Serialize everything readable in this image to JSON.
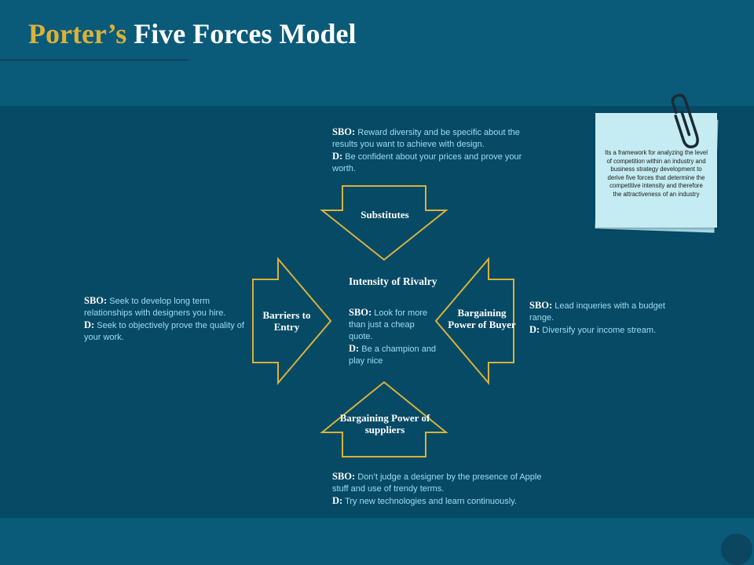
{
  "title": {
    "accent": "Porter’s",
    "main": "Five Forces Model"
  },
  "note": {
    "text": "Its a framework for analyzing the level of competition within an industry and business strategy development to derive five forces that determine the competitive intensity and therefore the attractiveness of an industry"
  },
  "forces": {
    "substitutes": {
      "label": "Substitutes"
    },
    "barriers": {
      "label": "Barriers to Entry"
    },
    "buyer": {
      "label": "Bargaining Power of Buyer"
    },
    "suppliers": {
      "label": "Bargaining Power of suppliers"
    },
    "rivalry": {
      "label": "Intensity of Rivalry"
    }
  },
  "blocks": {
    "top": {
      "sbo_label": "SBO:",
      "sbo": "Reward diversity and be specific about the results you want to achieve with design.",
      "d_label": "D:",
      "d": "Be confident about your prices and prove your worth."
    },
    "left": {
      "sbo_label": "SBO:",
      "sbo": "Seek to develop long term relationships with designers you hire.",
      "d_label": "D:",
      "d": "Seek to objectively prove the quality of your work."
    },
    "right": {
      "sbo_label": "SBO:",
      "sbo": "Lead inqueries with a budget range.",
      "d_label": "D:",
      "d": "Diversify your income stream."
    },
    "bottom": {
      "sbo_label": "SBO:",
      "sbo": "Don’t judge a designer by the presence of Apple stuff and use of trendy terms.",
      "d_label": "D:",
      "d": "Try new technologies and learn continuously."
    },
    "center": {
      "sbo_label": "SBO:",
      "sbo": "Look for more than just a cheap quote.",
      "d_label": "D:",
      "d": "Be a champion and play nice"
    }
  },
  "colors": {
    "accent": "#d9b23a",
    "background": "#064a66",
    "text_light": "#9fdcf3",
    "note": "#c4ecf2"
  }
}
